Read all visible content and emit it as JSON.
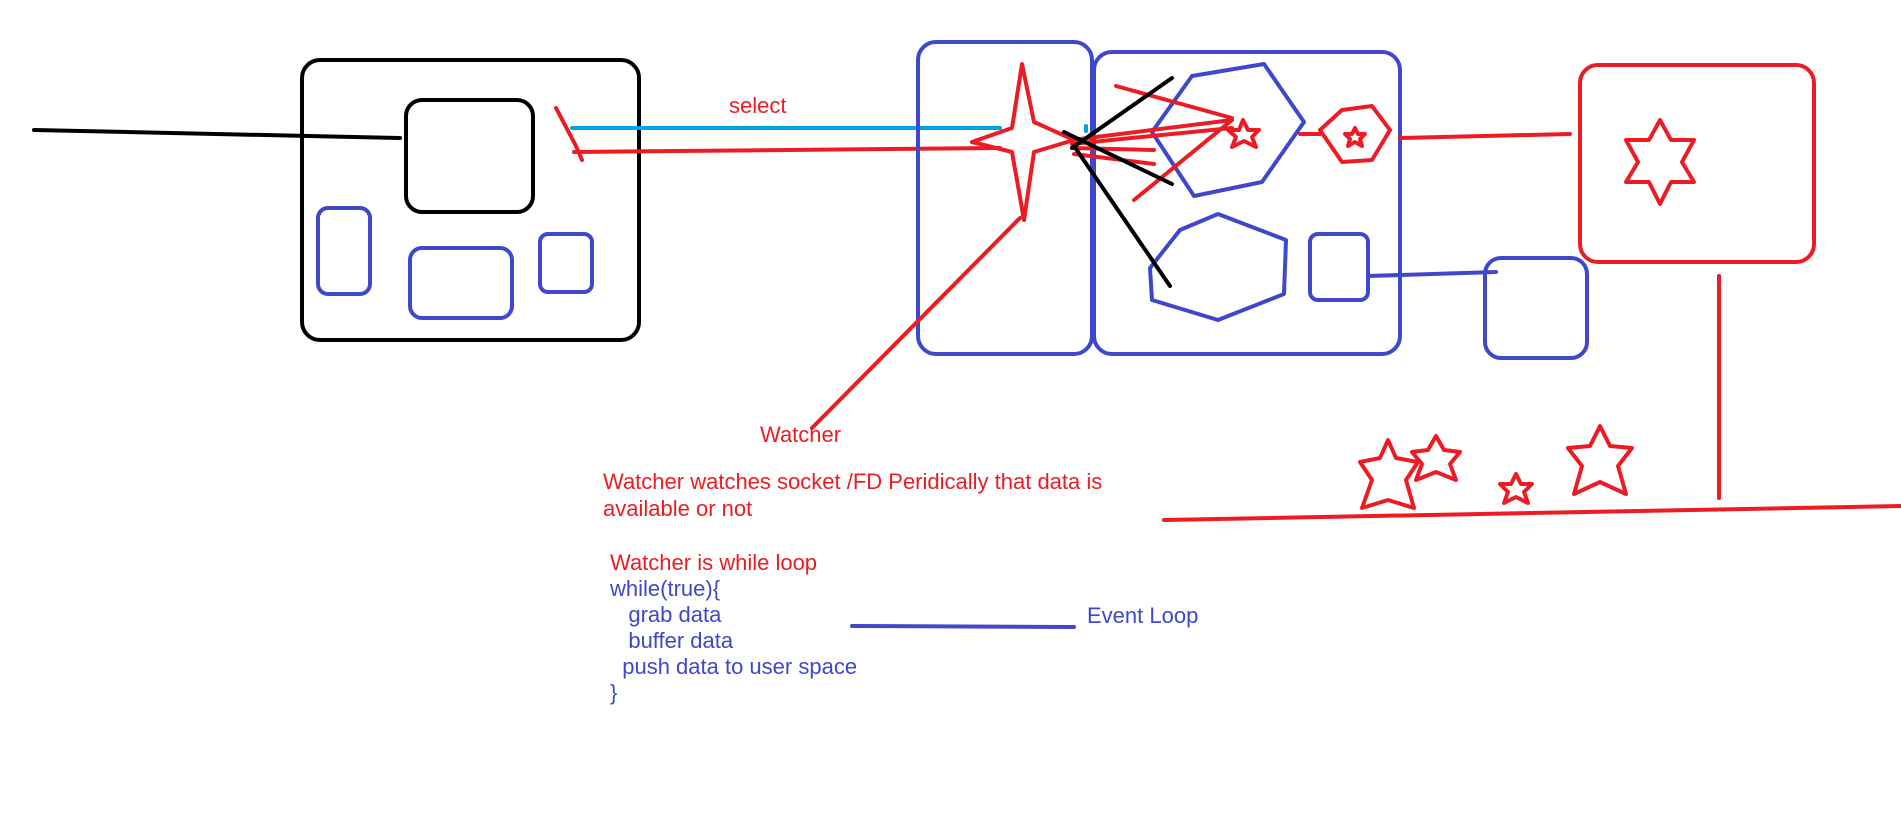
{
  "colors": {
    "black": "#000000",
    "red": "#ed1c24",
    "blue": "#3f48cc",
    "cyan": "#00a2e8"
  },
  "labels": {
    "select": "select",
    "watcher": "Watcher",
    "description_line1": "Watcher watches socket /FD Peridically that data is",
    "description_line2": "available or not",
    "loop_title": "Watcher is while loop",
    "event_loop": "Event Loop"
  },
  "code_lines": [
    "while(true){",
    "   grab data",
    "   buffer data",
    "  push data to user space",
    "}"
  ]
}
